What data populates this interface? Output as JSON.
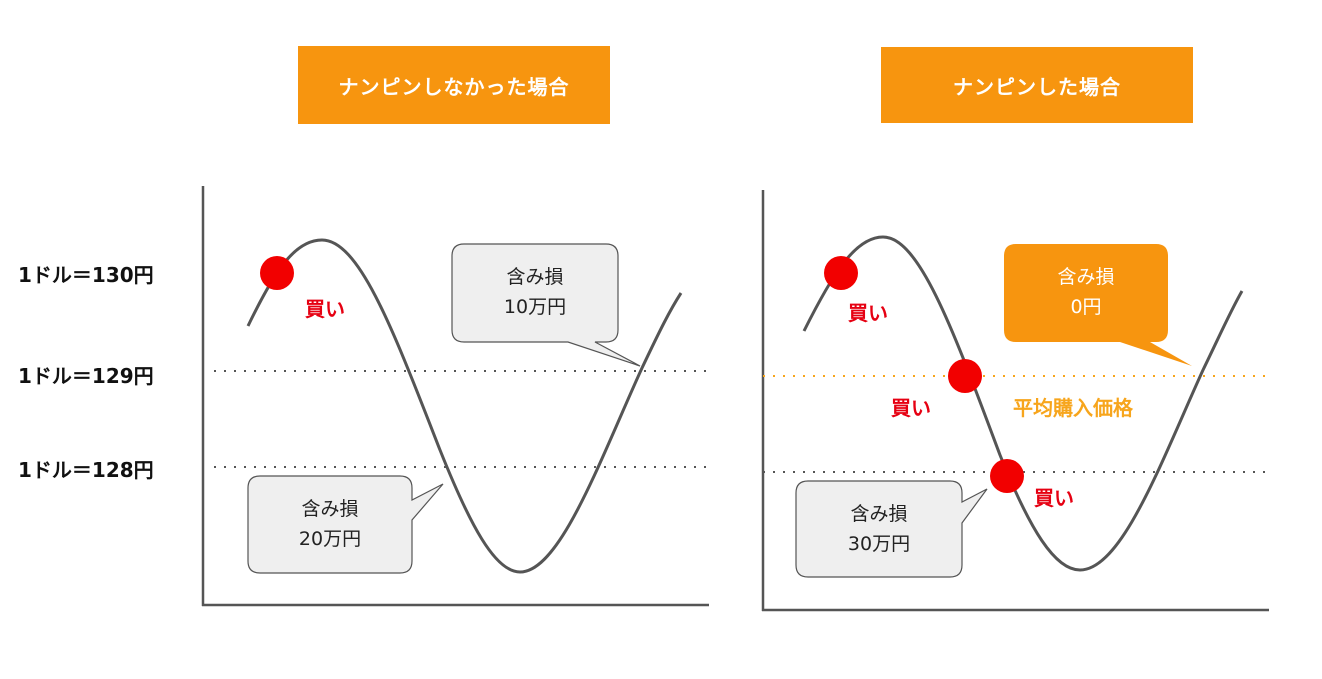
{
  "colors": {
    "banner": "#f7950f",
    "curve": "#555555",
    "axis": "#555555",
    "dotted_line": "#555555",
    "avg_line": "#f7a51c",
    "buy_dot": "#f20000",
    "buy_text": "#e60012",
    "callout_gray": "#efefef",
    "callout_orange": "#f7950f"
  },
  "price_labels": {
    "p130": "1ドル＝130円",
    "p129": "1ドル＝129円",
    "p128": "1ドル＝128円"
  },
  "left_panel": {
    "title": "ナンピンしなかった場合",
    "buy_label": "買い",
    "callout_top": {
      "line1": "含み損",
      "line2": "10万円"
    },
    "callout_bottom": {
      "line1": "含み損",
      "line2": "20万円"
    }
  },
  "right_panel": {
    "title": "ナンピンした場合",
    "buy_labels": [
      "買い",
      "買い",
      "買い"
    ],
    "average_price_label": "平均購入価格",
    "callout_top": {
      "line1": "含み損",
      "line2": "0円"
    },
    "callout_bottom": {
      "line1": "含み損",
      "line2": "30万円"
    }
  }
}
